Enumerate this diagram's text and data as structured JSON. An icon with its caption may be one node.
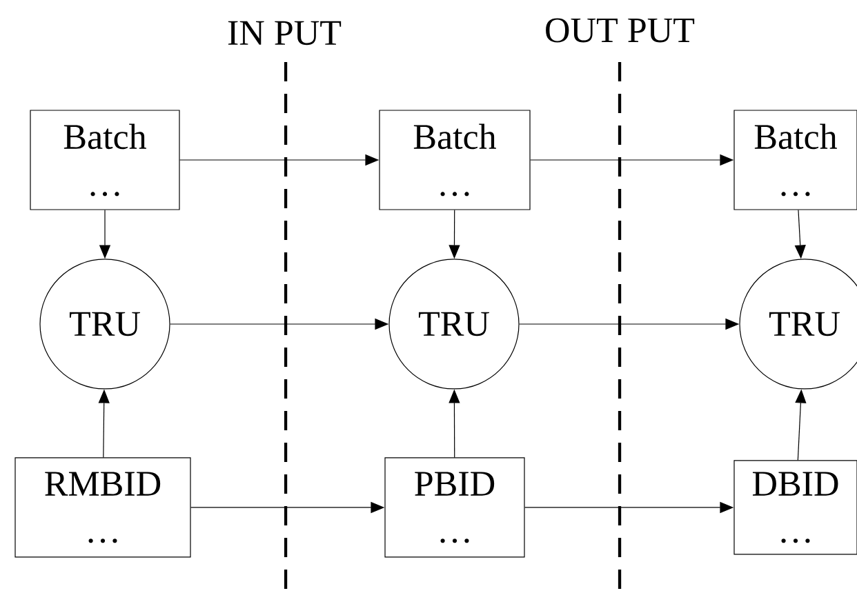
{
  "diagram": {
    "nodes": [
      {
        "text": [
          "Batch",
          "…"
        ]
      },
      {
        "text": [
          "Batch",
          "…"
        ]
      },
      {
        "text": [
          "Batch",
          "…"
        ]
      },
      {
        "text": [
          "TRU"
        ]
      },
      {
        "text": [
          "TRU"
        ]
      },
      {
        "text": [
          "TRU"
        ]
      },
      {
        "text": [
          "RMBID",
          "…"
        ]
      },
      {
        "text": [
          "PBID",
          "…"
        ]
      },
      {
        "text": [
          "DBID",
          "…"
        ]
      }
    ],
    "edges": [
      {
        "from": 0,
        "to": 1,
        "arrow": "to"
      },
      {
        "from": 1,
        "to": 2,
        "arrow": "to"
      },
      {
        "from": 0,
        "to": 3,
        "arrow": "to"
      },
      {
        "from": 1,
        "to": 4,
        "arrow": "to"
      },
      {
        "from": 2,
        "to": 5,
        "arrow": "to"
      },
      {
        "from": 3,
        "to": 4,
        "arrow": "to"
      },
      {
        "from": 4,
        "to": 5,
        "arrow": "to"
      },
      {
        "from": 6,
        "to": 3,
        "arrow": "to"
      },
      {
        "from": 7,
        "to": 4,
        "arrow": "to"
      },
      {
        "from": 8,
        "to": 5,
        "arrow": "to"
      },
      {
        "from": 6,
        "to": 7,
        "arrow": "to"
      },
      {
        "from": 7,
        "to": 8,
        "arrow": "to"
      }
    ],
    "labels": [
      "IN PUT",
      "OUT PUT"
    ]
  }
}
